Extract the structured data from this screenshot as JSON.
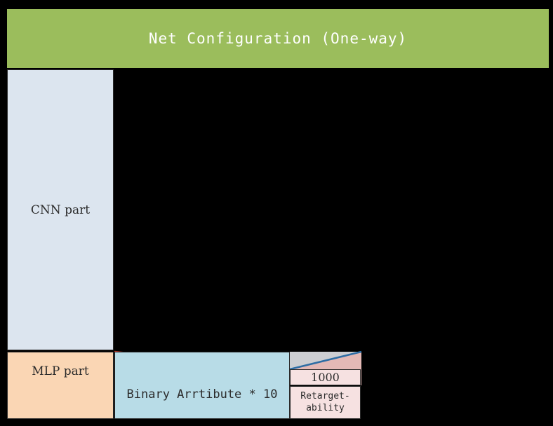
{
  "header": {
    "title": "Net Configuration (One-way)",
    "background_color": "#9bbd5c",
    "text_color": "#ffffff"
  },
  "diagram": {
    "type": "network-architecture-block-diagram",
    "background_color": "#000000",
    "blocks": [
      {
        "name": "cnn-part",
        "label": "CNN part",
        "fill": "#dce5ef",
        "border": "#2b2b2b"
      },
      {
        "name": "mlp-part",
        "label": "MLP part",
        "fill": "#fad6b4",
        "border": "#2b2b2b"
      },
      {
        "name": "binary-attribute",
        "label": "Binary Arrtibute * 10",
        "fill": "#b8dce7",
        "border": "#2b2b2b"
      },
      {
        "name": "unit-count",
        "label": "1000",
        "fill": "#f6e1e1",
        "border": "#2b2b2b"
      },
      {
        "name": "retargetability",
        "label_line1": "Retarget-",
        "label_line2": "ability",
        "fill": "#f6e1e1",
        "border": "#2b2b2b"
      }
    ],
    "connectors": [
      {
        "name": "left-taper-line",
        "color": "#c0392b",
        "description": "red taper edge from binary attribute block top-left down to unit-count block top-left"
      },
      {
        "name": "right-taper-line",
        "color": "#2e6da4",
        "description": "blue taper edge from unit-count block top-left up to right extent"
      }
    ],
    "regions": [
      {
        "name": "upper-gray-region",
        "fill": "#cdced2"
      },
      {
        "name": "right-salmon-region",
        "fill": "#e4b9b6"
      }
    ]
  }
}
